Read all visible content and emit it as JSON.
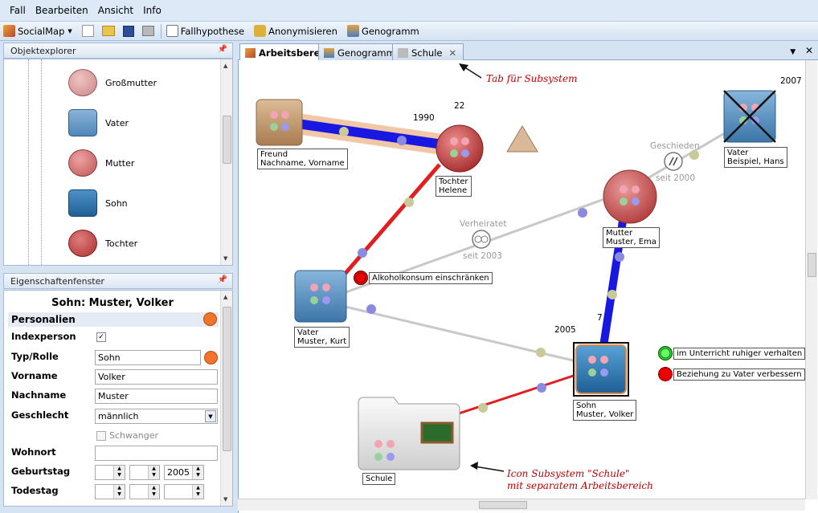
{
  "menu": [
    "Fall",
    "Bearbeiten",
    "Ansicht",
    "Info"
  ],
  "toolbar": {
    "socialmap": "SocialMap",
    "fallhypothese": "Fallhypothese",
    "anonymisieren": "Anonymisieren",
    "genogramm": "Genogramm"
  },
  "objektexplorer": {
    "title": "Objektexplorer",
    "items": [
      {
        "label": "Großmutter"
      },
      {
        "label": "Vater"
      },
      {
        "label": "Mutter"
      },
      {
        "label": "Sohn"
      },
      {
        "label": "Tochter"
      }
    ]
  },
  "properties": {
    "title": "Eigenschaftenfenster",
    "heading": "Sohn: Muster, Volker",
    "section": "Personalien",
    "indexperson_label": "Indexperson",
    "typ_label": "Typ/Rolle",
    "typ_value": "Sohn",
    "vorname_label": "Vorname",
    "vorname_value": "Volker",
    "nachname_label": "Nachname",
    "nachname_value": "Muster",
    "geschlecht_label": "Geschlecht",
    "geschlecht_value": "männlich",
    "schwanger_label": "Schwanger",
    "wohnort_label": "Wohnort",
    "wohnort_value": "",
    "geburtstag_label": "Geburtstag",
    "geburtstag_year": "2005",
    "todestag_label": "Todestag"
  },
  "tabs": [
    {
      "label": "Arbeitsbereich"
    },
    {
      "label": "Genogramm"
    },
    {
      "label": "Schule"
    }
  ],
  "canvas": {
    "freund": [
      "Freund",
      "Nachname, Vorname"
    ],
    "tochter": [
      "Tochter",
      "Helene"
    ],
    "vater_hans": [
      "Vater",
      "Beispiel, Hans"
    ],
    "mutter": [
      "Mutter",
      "Muster, Ema"
    ],
    "vater_kurt": [
      "Vater",
      "Muster, Kurt"
    ],
    "sohn": [
      "Sohn",
      "Muster, Volker"
    ],
    "schule": "Schule",
    "year_1990": "1990",
    "num_22": "22",
    "year_2007": "2007",
    "geschieden": "Geschieden",
    "seit_2000": "seit 2000",
    "verheiratet": "Verheiratet",
    "seit_2003": "seit 2003",
    "year_2005": "2005",
    "num_7": "7",
    "alkohol": "Alkoholkonsum einschränken",
    "unterricht": "im Unterricht ruhiger verhalten",
    "beziehung": "Beziehung zu Vater verbessern",
    "note_tab": "Tab für Subsystem",
    "note_icon_1": "Icon Subsystem \"Schule\"",
    "note_icon_2": "mit separatem Arbeitsbereich"
  },
  "colors": {
    "female": "#c75a5a",
    "male": "#3b78ae",
    "friend": "#b88a5e",
    "conflict": "#e02020",
    "close": "#1010e0",
    "weak": "#c8c8c8",
    "note": "#c00000"
  }
}
